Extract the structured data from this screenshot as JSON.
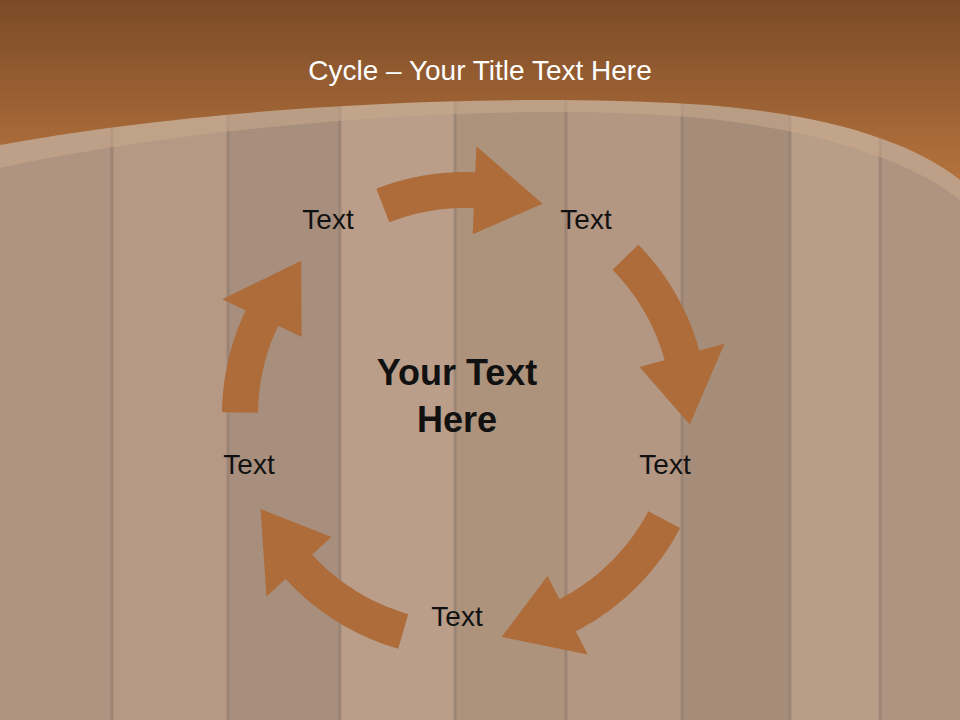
{
  "diagram": {
    "title": "Cycle – Your Title Text Here",
    "nodes": [
      {
        "text": [
          "Text"
        ]
      },
      {
        "text": [
          "Text"
        ]
      },
      {
        "text": [
          "Text"
        ]
      },
      {
        "text": [
          "Text"
        ]
      },
      {
        "text": [
          "Text"
        ]
      }
    ],
    "edges": [
      {
        "from": 0,
        "to": 1,
        "arrow": "to"
      },
      {
        "from": 1,
        "to": 2,
        "arrow": "to"
      },
      {
        "from": 2,
        "to": 3,
        "arrow": "to"
      },
      {
        "from": 3,
        "to": 4,
        "arrow": "to"
      },
      {
        "from": 4,
        "to": 0,
        "arrow": "to"
      }
    ],
    "labels": [
      "Your Text Here"
    ]
  }
}
